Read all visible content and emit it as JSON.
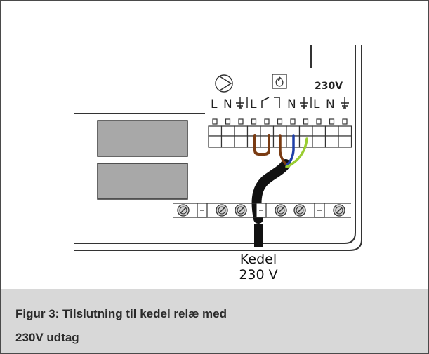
{
  "diagram": {
    "voltage_badge": "230V",
    "terminal_labels": {
      "pump_L": "L",
      "pump_N": "N",
      "relay_L": "L",
      "relay_N": "N",
      "supply_L": "L",
      "supply_N": "N"
    },
    "cable_label_line1": "Kedel",
    "cable_label_line2": "230 V",
    "icons": [
      "pump-icon",
      "boiler-flame-icon",
      "earth-ground-icon",
      "relay-contact-icon",
      "screw-terminal-icon"
    ],
    "wire_colors": {
      "brown": "#7a3b12",
      "blue": "#1f3fa8",
      "green_yellow": "#9acd32",
      "cable": "#111111"
    }
  },
  "caption": {
    "line1": "Figur 3: Tilslutning til kedel relæ med",
    "line2": "230V udtag"
  }
}
